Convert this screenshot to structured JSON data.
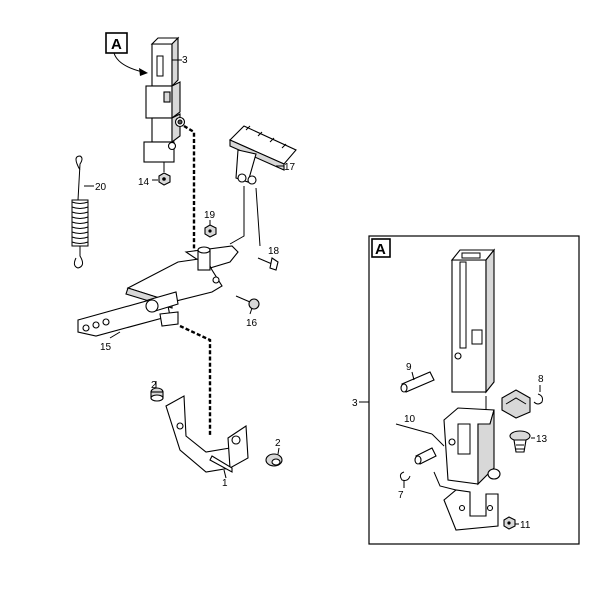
{
  "callout_letter": "A",
  "detail_letter": "A",
  "labels": {
    "l1": "1",
    "l2a": "2",
    "l2b": "2",
    "l3": "3",
    "l3d": "3",
    "l7": "7",
    "l8": "8",
    "l9": "9",
    "l10": "10",
    "l11": "11",
    "l13": "13",
    "l14": "14",
    "l15": "15",
    "l16": "16",
    "l17": "17",
    "l18": "18",
    "l19": "19",
    "l20": "20"
  }
}
